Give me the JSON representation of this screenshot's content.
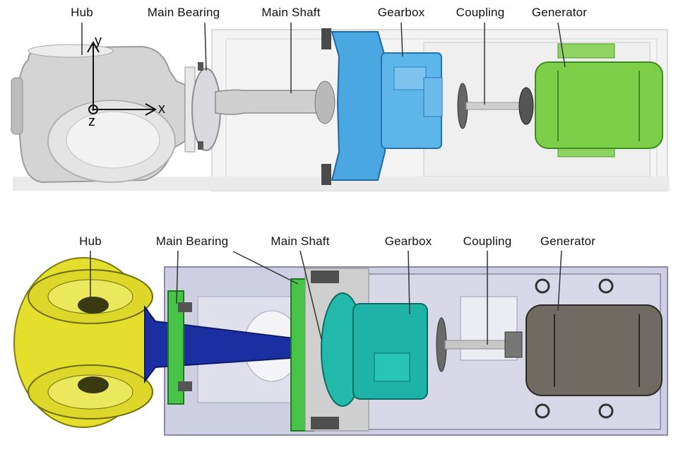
{
  "top_diagram": {
    "labels": {
      "hub": "Hub",
      "main_bearing": "Main Bearing",
      "main_shaft": "Main Shaft",
      "gearbox": "Gearbox",
      "coupling": "Coupling",
      "generator": "Generator"
    },
    "axes": {
      "y": "y",
      "x": "x",
      "z": "z"
    },
    "colors": {
      "hub": "#d6d6d6",
      "shaft": "#c9c9c9",
      "gearbox": "#4aa6e0",
      "generator": "#7ccf4a",
      "frame": "#e3e3e3"
    }
  },
  "bottom_diagram": {
    "labels": {
      "hub": "Hub",
      "main_bearing": "Main Bearing",
      "main_shaft": "Main Shaft",
      "gearbox": "Gearbox",
      "coupling": "Coupling",
      "generator": "Generator"
    },
    "colors": {
      "hub": "#e2de2a",
      "shaft": "#1d2fa0",
      "bearing": "#4cc84c",
      "gearbox": "#1fb5a8",
      "generator": "#6e6a60",
      "frame": "#c9c9de"
    }
  }
}
